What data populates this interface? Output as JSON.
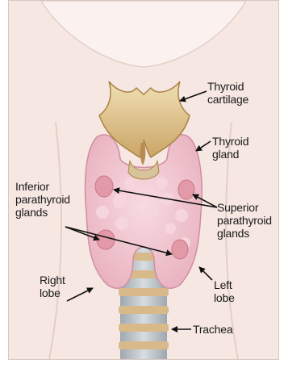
{
  "labels": {
    "thyroid_cartilage": "Thyroid\ncartilage",
    "thyroid_gland": "Thyroid\ngland",
    "inferior_parathyroid_glands": "Inferior\nparathyroid\nglands",
    "superior_parathyroid_glands": "Superior\nparathyroid\nglands",
    "right_lobe": "Right\nlobe",
    "left_lobe": "Left\nlobe",
    "trachea": "Trachea"
  },
  "colors": {
    "background": "#f6e7e2",
    "thyroid_tissue": "#efc5cf",
    "parathyroid": "#e39aa8",
    "cartilage": "#e0c792",
    "trachea_ring": "#d8b98a",
    "trachea_gap": "#b9c1c7",
    "leader_line": "#111111"
  }
}
